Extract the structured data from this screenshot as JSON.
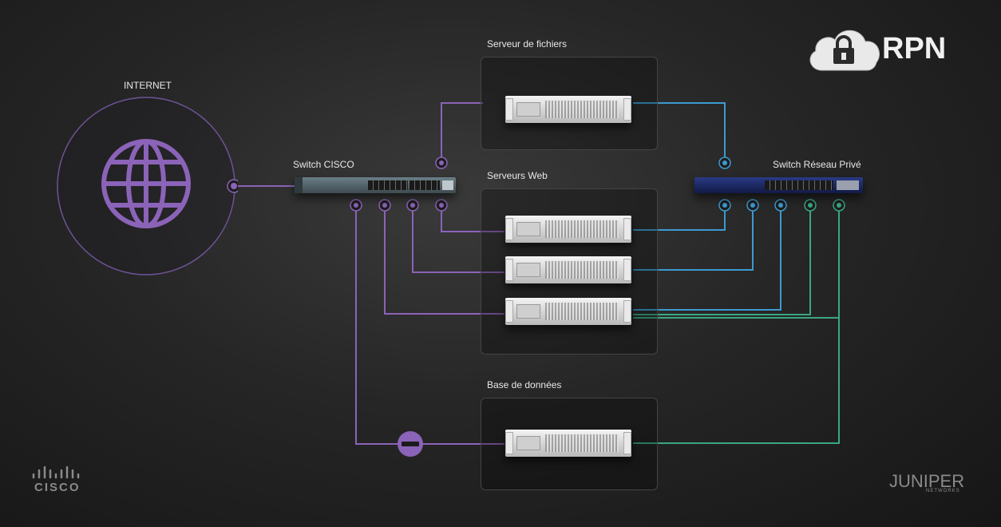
{
  "diagram": {
    "internet_label": "INTERNET",
    "switch_cisco_label": "Switch CISCO",
    "switch_prive_label": "Switch Réseau Privé",
    "file_server_label": "Serveur de fichiers",
    "web_servers_label": "Serveurs Web",
    "database_label": "Base de données"
  },
  "brand": {
    "rpn": "RPN",
    "cisco": "CISCO",
    "juniper": "JUNIPER",
    "juniper_sub": "NETWORKS"
  },
  "colors": {
    "public_link": "#8b63b8",
    "private_link_blue": "#3c9ad0",
    "private_link_green": "#3aa682"
  },
  "icons": [
    "globe-icon",
    "cloud-lock-icon",
    "blocked-icon"
  ]
}
